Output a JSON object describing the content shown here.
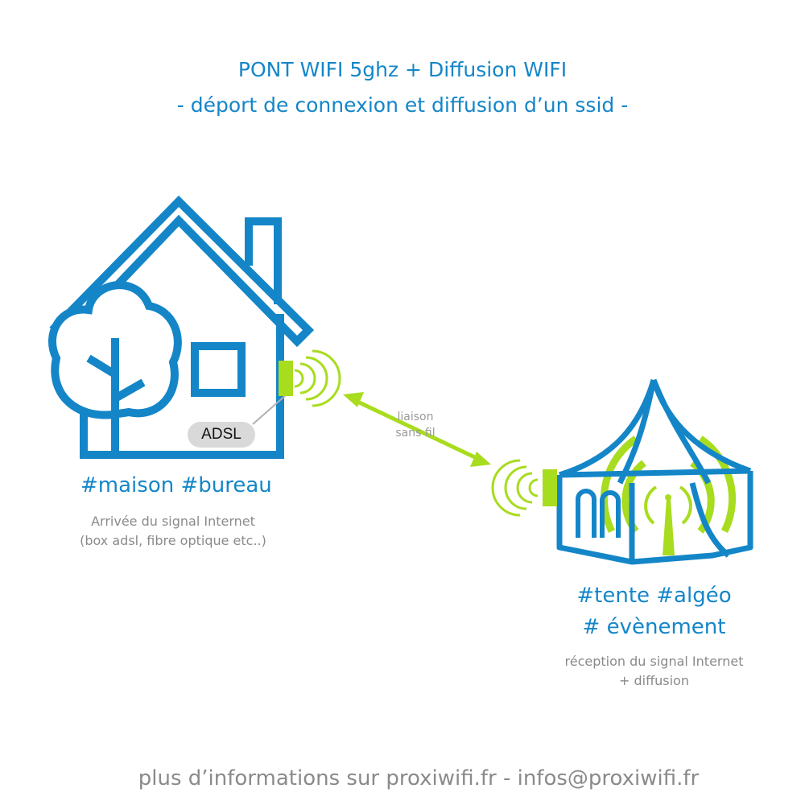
{
  "title": {
    "line1": "PONT WIFI 5ghz + Diffusion WIFI",
    "line2": "- déport de connexion et diffusion d’un ssid  -"
  },
  "house": {
    "badge": "ADSL",
    "tags": "#maison #bureau",
    "desc_line1": "Arrivée du signal Internet",
    "desc_line2": "(box adsl, fibre optique etc..)"
  },
  "link": {
    "line1": "liaison",
    "line2": "sans fil"
  },
  "tent": {
    "tags_line1": "#tente #algéo",
    "tags_line2": "# évènement",
    "desc_line1": "réception du signal Internet",
    "desc_line2": "+ diffusion"
  },
  "footer": "plus d’informations sur proxiwifi.fr - infos@proxiwifi.fr",
  "colors": {
    "blue": "#1486c8",
    "green": "#a8dc1e",
    "gray_text": "#8a8a8a",
    "badge_bg": "#d9d9d9"
  },
  "icons": [
    "house-icon",
    "tree-icon",
    "antenna-icon",
    "wifi-waves-icon",
    "tent-icon",
    "double-arrow-icon"
  ]
}
